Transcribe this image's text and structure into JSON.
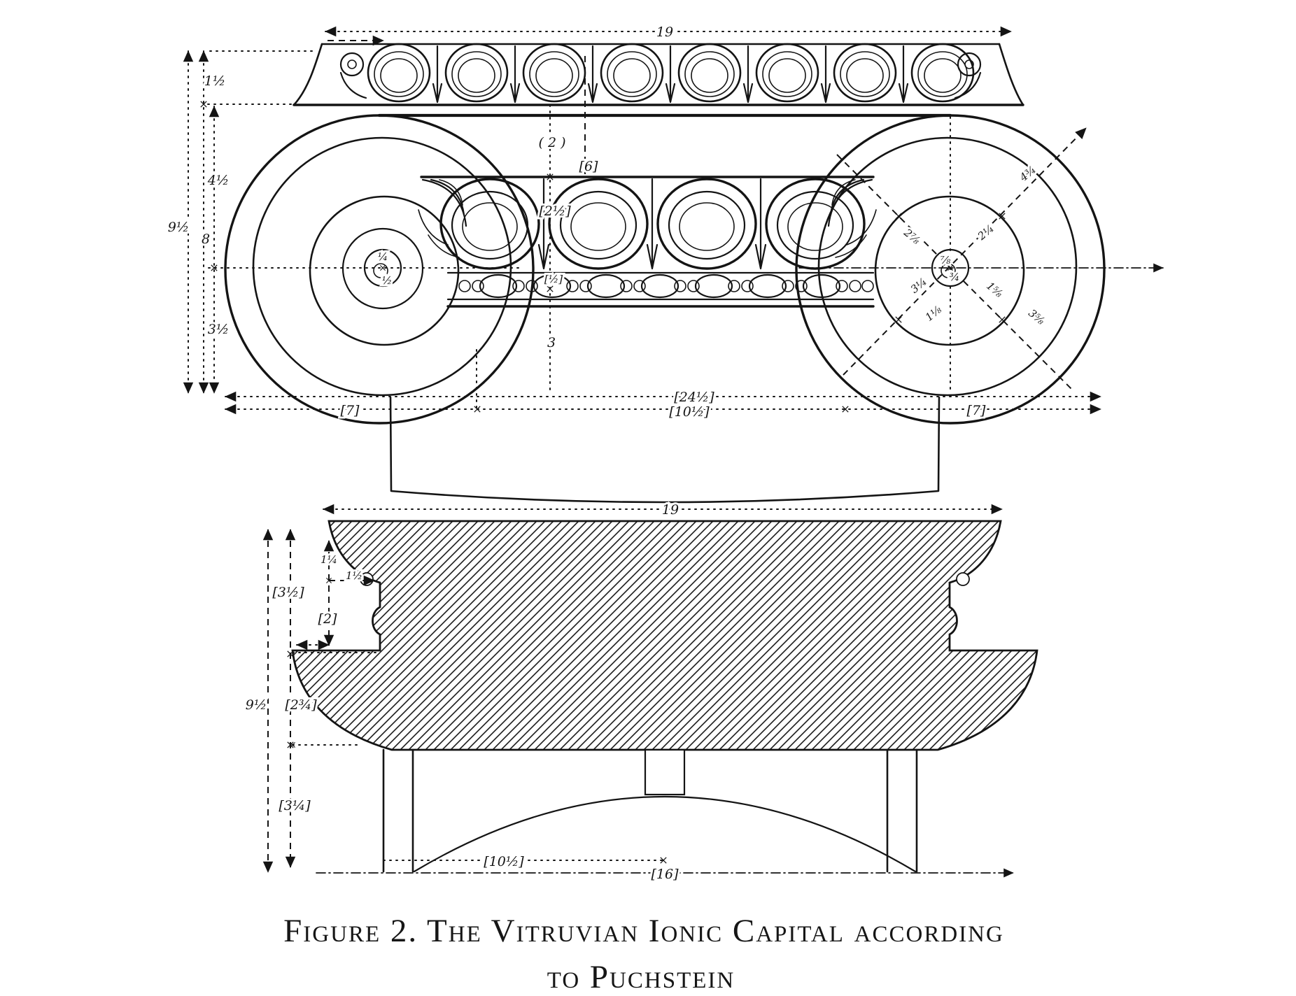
{
  "caption": {
    "line1": "Figure 2.   The Vitruvian Ionic Capital according",
    "line2": "to Puchstein"
  },
  "elevation": {
    "top_width": "19",
    "total_height": "9½",
    "abacus_height": "1½",
    "height_below_abacus": "8",
    "canal_height": "4½",
    "lower_height": "3½",
    "band_height": "( 2 )",
    "echinus_half_width": "[6]",
    "echinus_height": "[2½]",
    "astragal_height": "[½]",
    "neck_height": "3",
    "total_width": "[24½]",
    "left_overhang": "[7]",
    "shaft_width": "[10½]",
    "right_overhang": "[7]",
    "left_eye_top": "¼",
    "left_eye_bottom": "½",
    "volute_r_upper_left": "2⅞",
    "volute_r_upper_right": "4¾",
    "volute_r_inner_upper": "2¼",
    "volute_r_inner_lower": "1⅝",
    "volute_r_lower_right": "3⅝",
    "volute_r_lower_left": "3¼",
    "volute_r_lower": "1⅛",
    "right_eye_top": "⅞",
    "right_eye_bottom": "¾"
  },
  "section": {
    "top_width": "19",
    "total_height": "9½",
    "abacus_height": "[3½]",
    "cavetto_height": "1¼",
    "fillet_projection": "1½",
    "neck_height": "[2]",
    "echinus_height": "[2¾]",
    "lower_height": "[3¼]",
    "half_width": "[10½]",
    "base_width": "[16]"
  }
}
